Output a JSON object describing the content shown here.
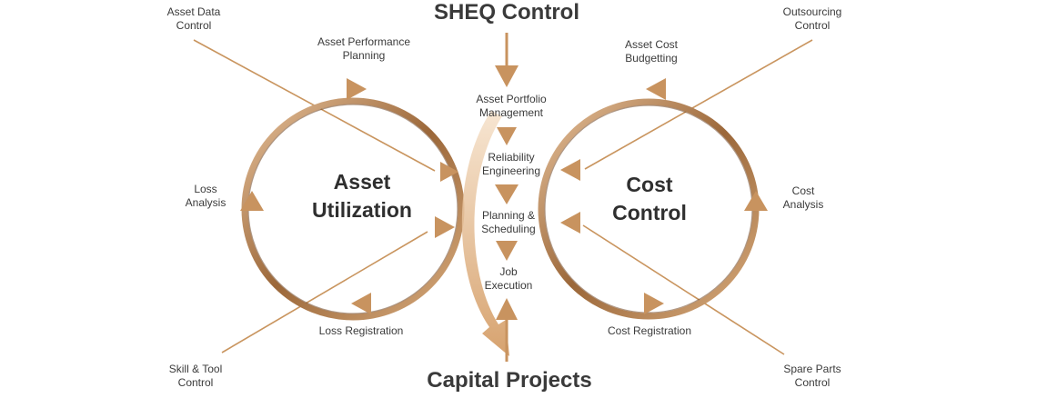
{
  "diagram": {
    "top_title": "SHEQ Control",
    "bottom_title": "Capital Projects",
    "left_circle": {
      "title": "Asset\nUtilization",
      "labels": {
        "top": "Asset Performance\nPlanning",
        "left": "Loss\nAnalysis",
        "bottom": "Loss Registration"
      }
    },
    "right_circle": {
      "title": "Cost\nControl",
      "labels": {
        "top": "Asset Cost\nBudgetting",
        "right": "Cost\nAnalysis",
        "bottom": "Cost Registration"
      }
    },
    "center_steps": [
      "Asset Portfolio\nManagement",
      "Reliability\nEngineering",
      "Planning &\nScheduling",
      "Job\nExecution"
    ],
    "corner_inputs": {
      "top_left": "Asset Data\nControl",
      "bottom_left": "Skill & Tool\nControl",
      "top_right": "Outsourcing\nControl",
      "bottom_right": "Spare Parts\nControl"
    },
    "colors": {
      "ring_dark": "#8a5a34",
      "ring_light": "#d7ad86",
      "arrow": "#c8935f",
      "line": "#c9955f",
      "text": "#3b3b3b"
    }
  }
}
